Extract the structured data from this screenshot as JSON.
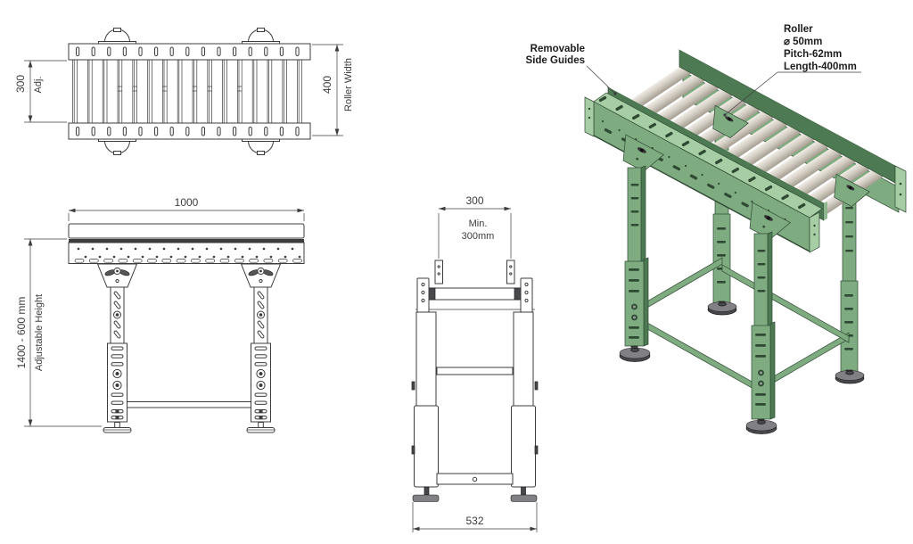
{
  "views": {
    "top_view": {
      "dim_adjustable_width": {
        "value": "300",
        "label": "Adj."
      },
      "dim_roller_width": {
        "value": "400",
        "label": "Roller Width"
      }
    },
    "front_view": {
      "dim_length": "1000",
      "dim_height": {
        "value": "1400 - 600 mm",
        "label": "Adjustable Height"
      }
    },
    "side_view": {
      "dim_guide_width": "300",
      "note": {
        "line1": "Min.",
        "line2": "300mm"
      },
      "dim_base_width": "532"
    },
    "isometric_view": {
      "callout_side_guides": {
        "line1": "Removable",
        "line2": "Side Guides"
      },
      "callout_roller": {
        "line1": "Roller",
        "line2": "⌀ 50mm",
        "line3": "Pitch-62mm",
        "line4": "Length-400mm"
      }
    }
  },
  "colors": {
    "line": "#3c3c3c",
    "frame-green": "#7fab81",
    "frame-green-dark": "#4d7a52",
    "frame-green-mid": "#8fb890",
    "frame-green-light": "#a6cda3",
    "frame-green-edge": "#2e4a33",
    "roller-beige": "#d2ccc2",
    "roller-beige-light": "#ece8e1",
    "roller-beige-dark": "#a79f93",
    "foot-gray": "#48484c",
    "foot-gray-light": "#808085"
  }
}
